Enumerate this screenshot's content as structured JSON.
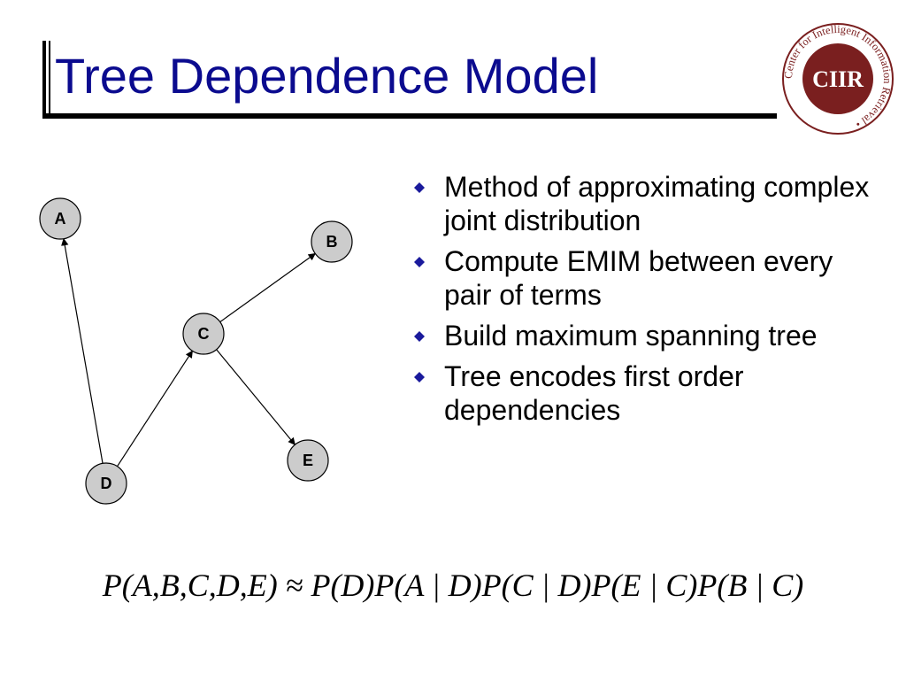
{
  "slide": {
    "title": "Tree Dependence Model"
  },
  "logo": {
    "text": "CIIR",
    "ring_text": "Center for Intelligent Information Retrieval •",
    "color": "#7a1f1f"
  },
  "diagram": {
    "nodes": [
      {
        "id": "A",
        "label": "A"
      },
      {
        "id": "B",
        "label": "B"
      },
      {
        "id": "C",
        "label": "C"
      },
      {
        "id": "D",
        "label": "D"
      },
      {
        "id": "E",
        "label": "E"
      }
    ],
    "edges": [
      {
        "from": "D",
        "to": "A"
      },
      {
        "from": "D",
        "to": "C"
      },
      {
        "from": "C",
        "to": "B"
      },
      {
        "from": "C",
        "to": "E"
      }
    ],
    "node_fill": "#cccccc"
  },
  "bullets": [
    "Method of approximating complex joint distribution",
    "Compute EMIM between every pair of terms",
    "Build maximum spanning tree",
    "Tree encodes first order dependencies"
  ],
  "formula": "P(A,B,C,D,E) ≈ P(D)P(A | D)P(C | D)P(E | C)P(B | C)",
  "colors": {
    "title": "#0b0b8f",
    "bullet": "#1a1a9c"
  }
}
